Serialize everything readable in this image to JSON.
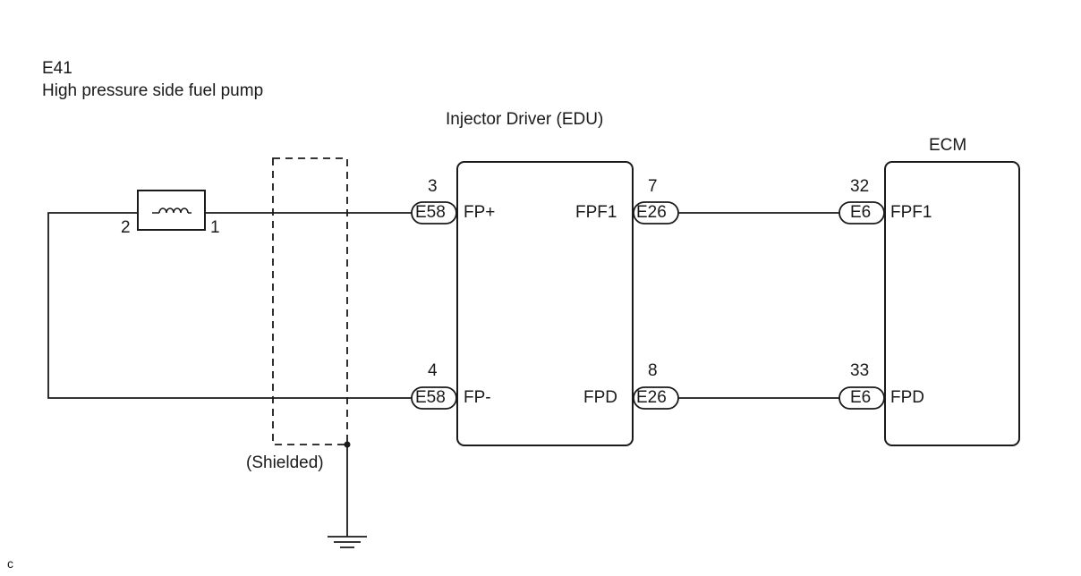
{
  "component": {
    "code": "E41",
    "name": "High pressure side fuel pump",
    "pin_left": "2",
    "pin_right": "1"
  },
  "edu": {
    "title": "Injector Driver (EDU)",
    "pin_fp_plus": {
      "number": "3",
      "connector": "E58",
      "label": "FP+"
    },
    "pin_fp_minus": {
      "number": "4",
      "connector": "E58",
      "label": "FP-"
    },
    "pin_fpf1": {
      "number": "7",
      "connector": "E26",
      "label": "FPF1"
    },
    "pin_fpd": {
      "number": "8",
      "connector": "E26",
      "label": "FPD"
    }
  },
  "ecm": {
    "title": "ECM",
    "pin_fpf1": {
      "number": "32",
      "connector": "E6",
      "label": "FPF1"
    },
    "pin_fpd": {
      "number": "33",
      "connector": "E6",
      "label": "FPD"
    }
  },
  "shield": {
    "label": "(Shielded)"
  },
  "corner_mark": "c"
}
